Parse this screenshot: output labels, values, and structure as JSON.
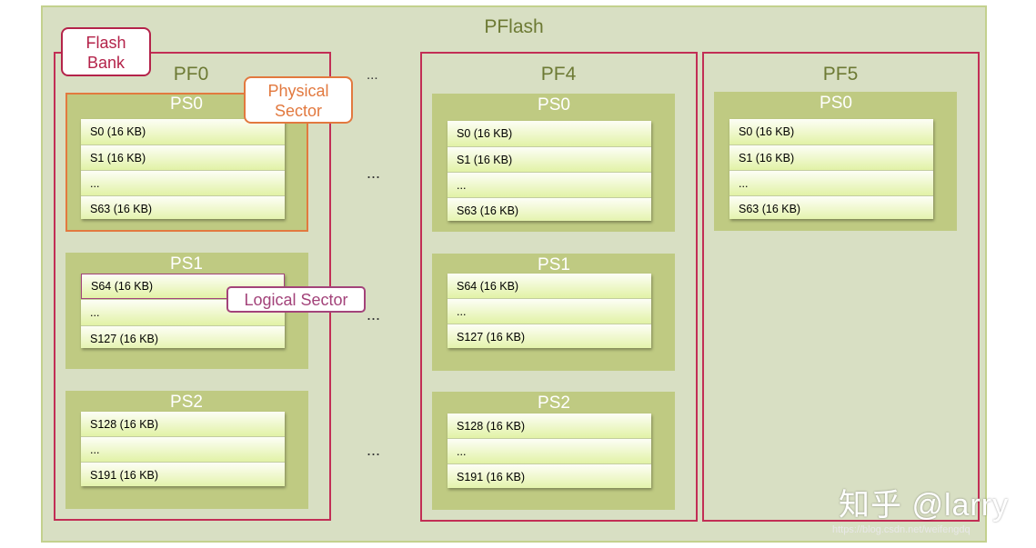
{
  "title": "PFlash",
  "callouts": {
    "flash_bank": "Flash Bank",
    "physical_sector": "Physical Sector",
    "logical_sector": "Logical Sector"
  },
  "ellipsis": "...",
  "banks": {
    "pf0": {
      "label": "PF0",
      "ps0": {
        "label": "PS0",
        "sectors": [
          "S0 (16 KB)",
          "S1 (16 KB)",
          "...",
          "S63 (16 KB)"
        ]
      },
      "ps1": {
        "label": "PS1",
        "sectors": [
          "S64 (16 KB)",
          "...",
          "S127 (16 KB)"
        ]
      },
      "ps2": {
        "label": "PS2",
        "sectors": [
          "S128 (16 KB)",
          "...",
          "S191 (16 KB)"
        ]
      }
    },
    "pf4": {
      "label": "PF4",
      "ps0": {
        "label": "PS0",
        "sectors": [
          "S0 (16 KB)",
          "S1 (16 KB)",
          "...",
          "S63 (16 KB)"
        ]
      },
      "ps1": {
        "label": "PS1",
        "sectors": [
          "S64 (16 KB)",
          "...",
          "S127 (16 KB)"
        ]
      },
      "ps2": {
        "label": "PS2",
        "sectors": [
          "S128 (16 KB)",
          "...",
          "S191 (16 KB)"
        ]
      }
    },
    "pf5": {
      "label": "PF5",
      "ps0": {
        "label": "PS0",
        "sectors": [
          "S0 (16 KB)",
          "S1 (16 KB)",
          "...",
          "S63 (16 KB)"
        ]
      }
    }
  },
  "watermark": {
    "text": "知乎 @larry",
    "url": "https://blog.csdn.net/weifengdq"
  },
  "colors": {
    "bank_border": "#c22e55",
    "physical_border": "#e2793f",
    "logical_border": "#a3437a",
    "ps_fill": "#bfca82",
    "outer_fill": "#d8dfc3"
  }
}
